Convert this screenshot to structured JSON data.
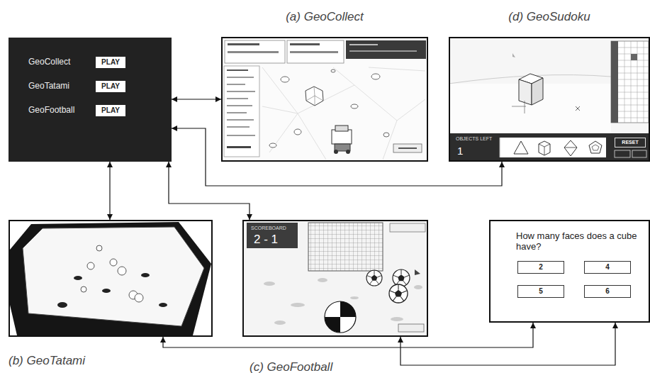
{
  "diagram": {
    "nodes": [
      {
        "text": [
          "GeoCollect",
          "GeoTatami",
          "GeoFootball"
        ]
      },
      {
        "text": [
          "PLAY"
        ],
        "in": 0
      },
      {
        "text": [
          "PLAY"
        ],
        "in": 0
      },
      {
        "text": [
          "PLAY"
        ],
        "in": 0
      },
      {
        "text": [
          "(a) GeoCollect"
        ]
      },
      {
        "text": [
          "(d) GeoSudoku",
          "OBJECTS LEFT",
          "1"
        ]
      },
      {
        "text": [
          "RESET"
        ],
        "in": 5
      },
      {
        "text": [
          "(b) GeoTatami"
        ]
      },
      {
        "text": [
          "(c) GeoFootball",
          "SCOREBOARD",
          "2 - 1"
        ]
      },
      {
        "text": [
          "How many faces does a cube have?"
        ]
      },
      {
        "text": [
          "2"
        ],
        "in": 9
      },
      {
        "text": [
          "4"
        ],
        "in": 9
      },
      {
        "text": [
          "5"
        ],
        "in": 9
      },
      {
        "text": [
          "6"
        ],
        "in": 9
      }
    ],
    "edges": [
      {
        "from": 0,
        "to": 4,
        "arrow": "both"
      },
      {
        "from": 0,
        "to": 7,
        "arrow": "both"
      },
      {
        "from": 0,
        "to": 8,
        "arrow": "both"
      },
      {
        "from": 0,
        "to": 5,
        "arrow": "both"
      },
      {
        "from": 7,
        "to": 9,
        "arrow": "both"
      },
      {
        "from": 8,
        "to": 9,
        "arrow": "both"
      }
    ]
  }
}
